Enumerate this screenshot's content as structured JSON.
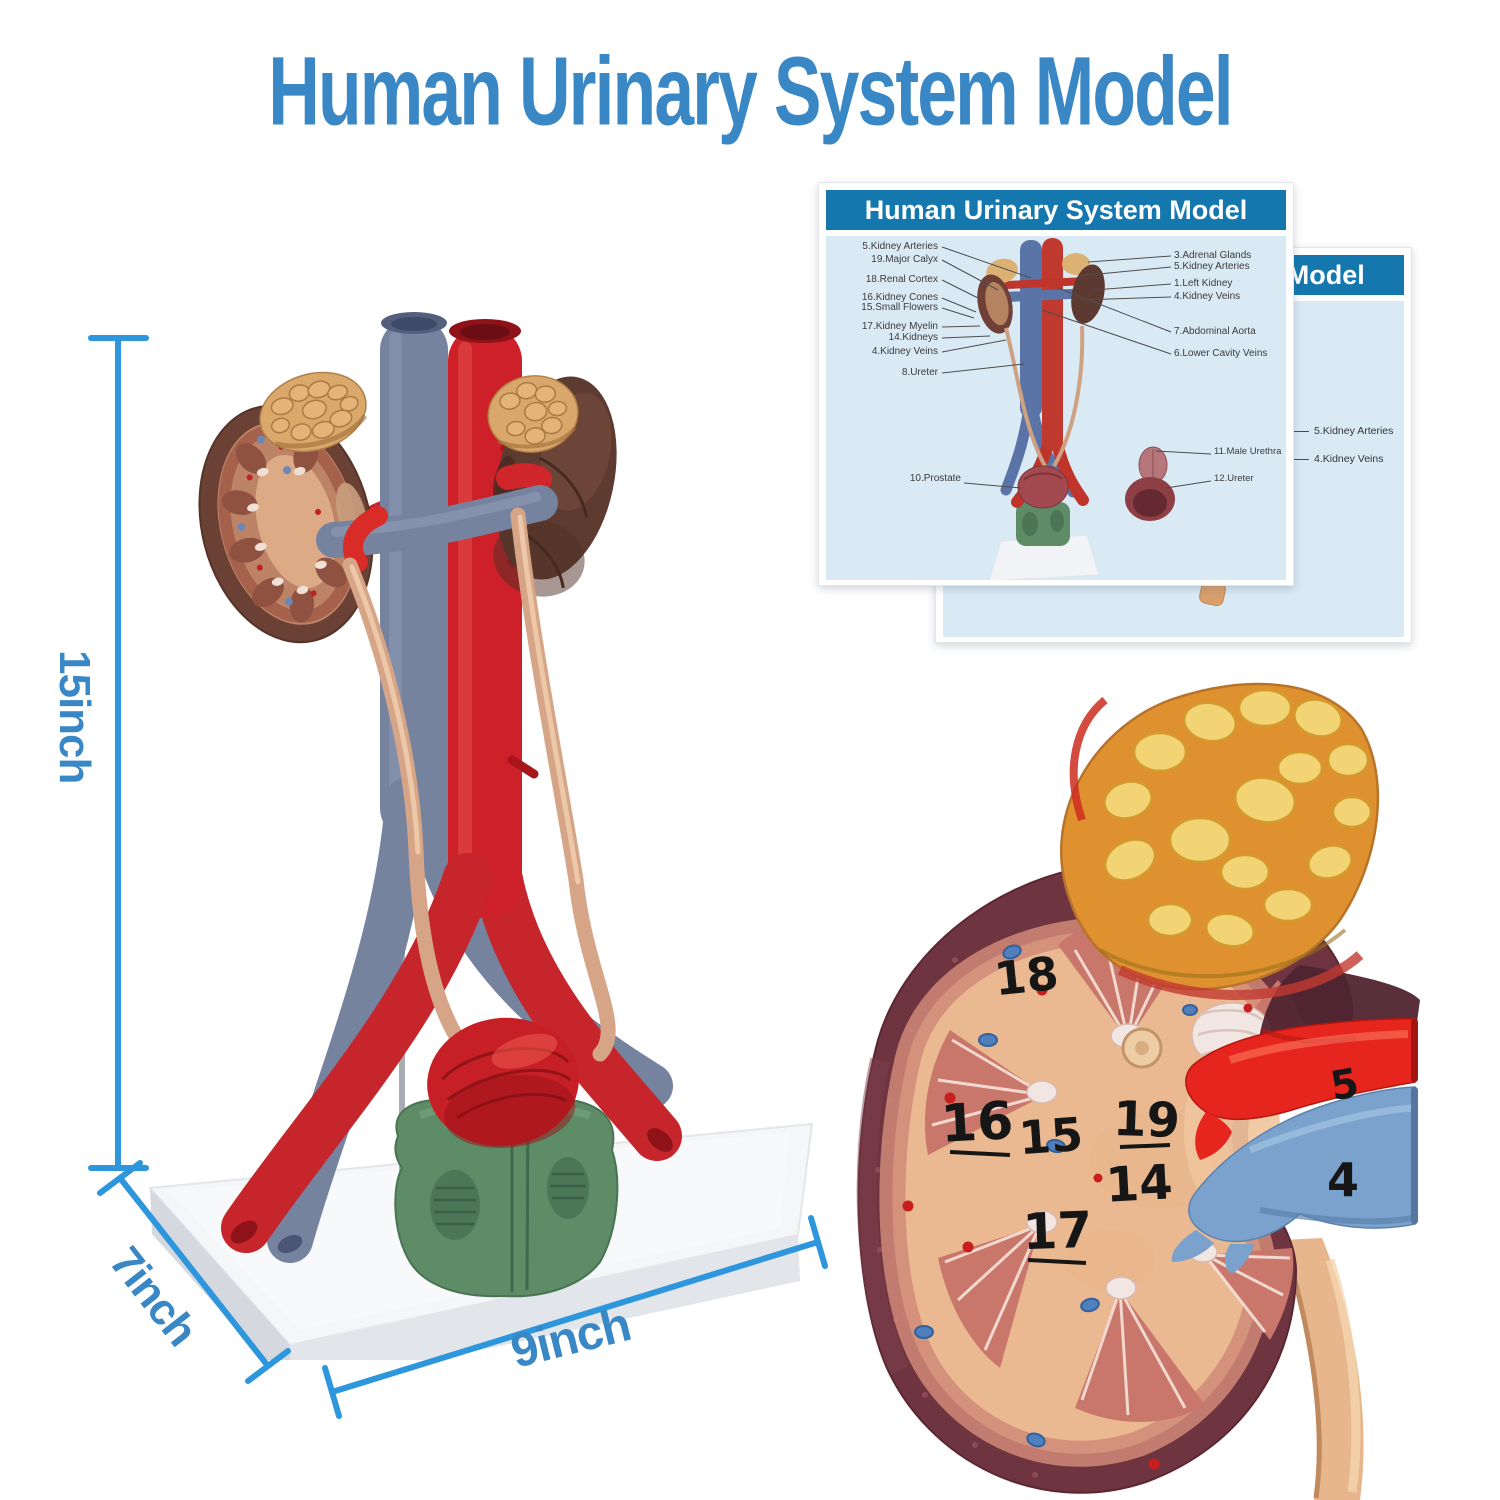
{
  "title": "Human Urinary System Model",
  "dimensions": {
    "height": "15inch",
    "depth": "7inch",
    "width": "9inch"
  },
  "card": {
    "title": "Human Urinary System Model",
    "left_labels": [
      "5.Kidney Arteries",
      "19.Major Calyx",
      "18.Renal Cortex",
      "16.Kidney Cones",
      "15.Small Flowers",
      "17.Kidney Myelin",
      "14.Kidneys",
      "4.Kidney Veins",
      "8.Ureter"
    ],
    "right_labels": [
      "3.Adrenal Glands",
      "5.Kidney Arteries",
      "1.Left Kidney",
      "4.Kidney Veins",
      "7.Abdominal Aorta",
      "6.Lower Cavity Veins"
    ],
    "bottom_labels": [
      "10.Prostate",
      "11.Male Urethra",
      "12.Ureter"
    ]
  },
  "card_back": {
    "labels": [
      "5.Kidney Arteries",
      "4.Kidney Veins"
    ]
  },
  "closeup": {
    "numbers": [
      "18",
      "16",
      "15",
      "19",
      "14",
      "17",
      "5",
      "4"
    ]
  },
  "colors": {
    "accent": "#3a87c6",
    "dimline": "#2e96dc",
    "cardheader": "#1477ae",
    "cardbody": "#daeaf5"
  }
}
